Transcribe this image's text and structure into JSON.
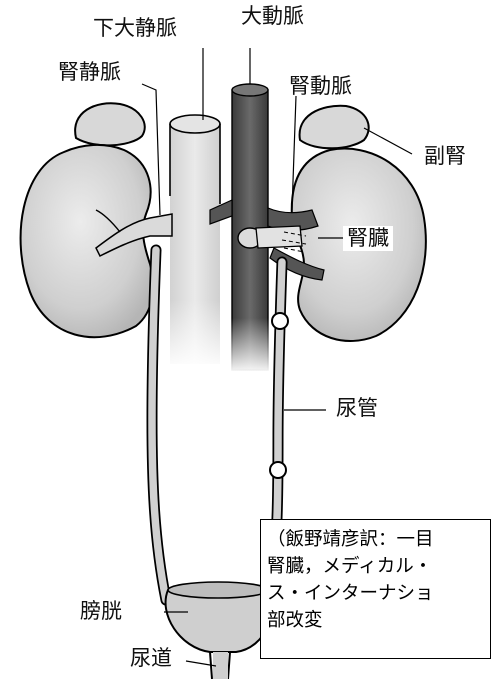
{
  "labels": {
    "inferior_vena_cava": "下大静脈",
    "aorta": "大動脈",
    "renal_vein": "腎静脈",
    "renal_artery": "腎動脈",
    "adrenal": "副腎",
    "kidney": "腎臓",
    "ureter": "尿管",
    "bladder": "膀胱",
    "urethra": "尿道"
  },
  "caption": {
    "line1": "（飯野靖彦訳：一目",
    "line2": "腎臓，メディカル・",
    "line3": "ス・インターナショ",
    "line4": "部改変"
  },
  "colors": {
    "kidney_fill": "#d4d4d4",
    "vessel_light": "#dcdcdc",
    "aorta_dark": "#4a4a4a",
    "outline": "#000000"
  }
}
